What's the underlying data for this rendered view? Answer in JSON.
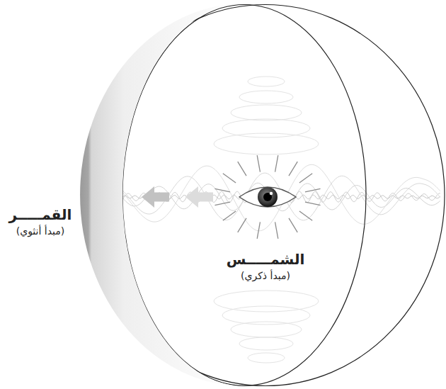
{
  "diagram": {
    "nodes": [
      {
        "text": [
          "الشمـــــس",
          "(مبدأ ذكري)"
        ]
      },
      {
        "text": [
          "القمـــــر",
          "(مبدأ أنثوي)"
        ]
      }
    ]
  }
}
